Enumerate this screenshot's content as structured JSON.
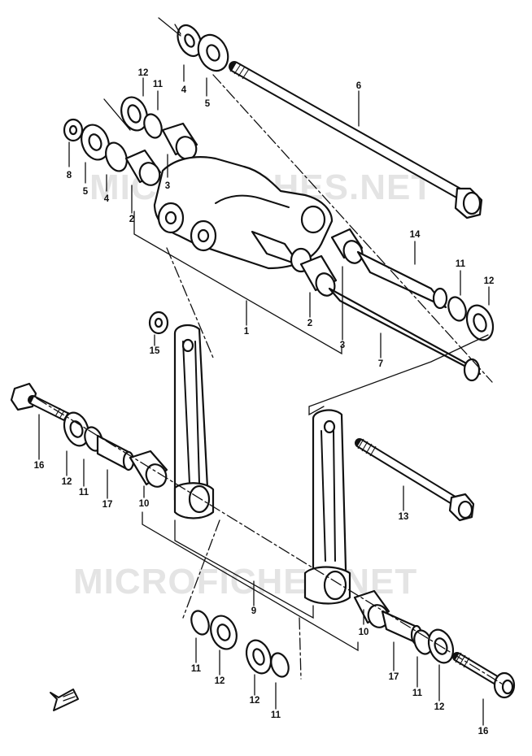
{
  "watermark": "MICROFICHES.NET",
  "callouts": [
    {
      "id": "c6",
      "label": "6"
    },
    {
      "id": "c4a",
      "label": "4"
    },
    {
      "id": "c5a",
      "label": "5"
    },
    {
      "id": "c12a",
      "label": "12"
    },
    {
      "id": "c11a",
      "label": "11"
    },
    {
      "id": "c8",
      "label": "8"
    },
    {
      "id": "c5b",
      "label": "5"
    },
    {
      "id": "c4b",
      "label": "4"
    },
    {
      "id": "c3a",
      "label": "3"
    },
    {
      "id": "c2a",
      "label": "2"
    },
    {
      "id": "c14",
      "label": "14"
    },
    {
      "id": "c11b",
      "label": "11"
    },
    {
      "id": "c12b",
      "label": "12"
    },
    {
      "id": "c1",
      "label": "1"
    },
    {
      "id": "c2b",
      "label": "2"
    },
    {
      "id": "c3b",
      "label": "3"
    },
    {
      "id": "c7",
      "label": "7"
    },
    {
      "id": "c15",
      "label": "15"
    },
    {
      "id": "c16a",
      "label": "16"
    },
    {
      "id": "c12c",
      "label": "12"
    },
    {
      "id": "c11c",
      "label": "11"
    },
    {
      "id": "c17a",
      "label": "17"
    },
    {
      "id": "c10a",
      "label": "10"
    },
    {
      "id": "c13",
      "label": "13"
    },
    {
      "id": "c9",
      "label": "9"
    },
    {
      "id": "c10b",
      "label": "10"
    },
    {
      "id": "c11d",
      "label": "11"
    },
    {
      "id": "c12d",
      "label": "12"
    },
    {
      "id": "c12e",
      "label": "12"
    },
    {
      "id": "c11e",
      "label": "11"
    },
    {
      "id": "c17b",
      "label": "17"
    },
    {
      "id": "c11f",
      "label": "11"
    },
    {
      "id": "c12f",
      "label": "12"
    },
    {
      "id": "c16b",
      "label": "16"
    }
  ],
  "direction_icon": "forward-arrow-icon"
}
